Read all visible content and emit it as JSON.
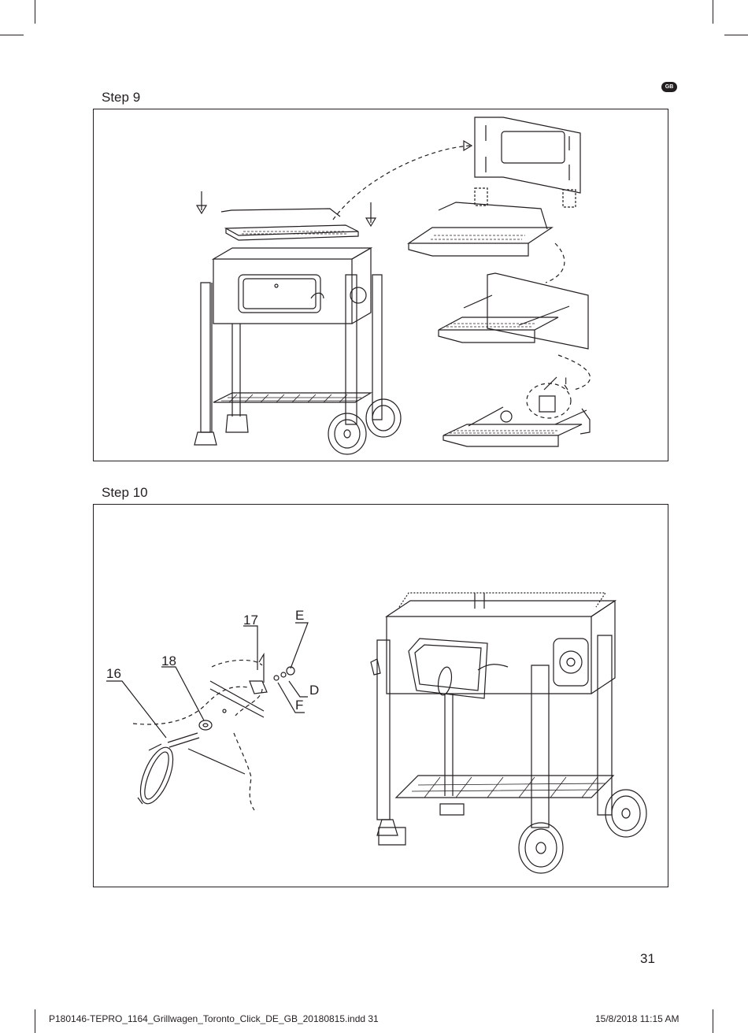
{
  "language_badge": "GB",
  "steps": [
    {
      "title": "Step 9",
      "callouts": {
        "detail": "I"
      }
    },
    {
      "title": "Step 10",
      "callouts": {
        "handle": "16",
        "washer": "18",
        "bracket": "17",
        "nut_e": "E",
        "washer_d": "D",
        "washer_f": "F"
      }
    }
  ],
  "page_number": "31",
  "footer": {
    "file_name": "P180146-TEPRO_1164_Grillwagen_Toronto_Click_DE_GB_20180815.indd   31",
    "timestamp": "15/8/2018   11:15 AM"
  }
}
